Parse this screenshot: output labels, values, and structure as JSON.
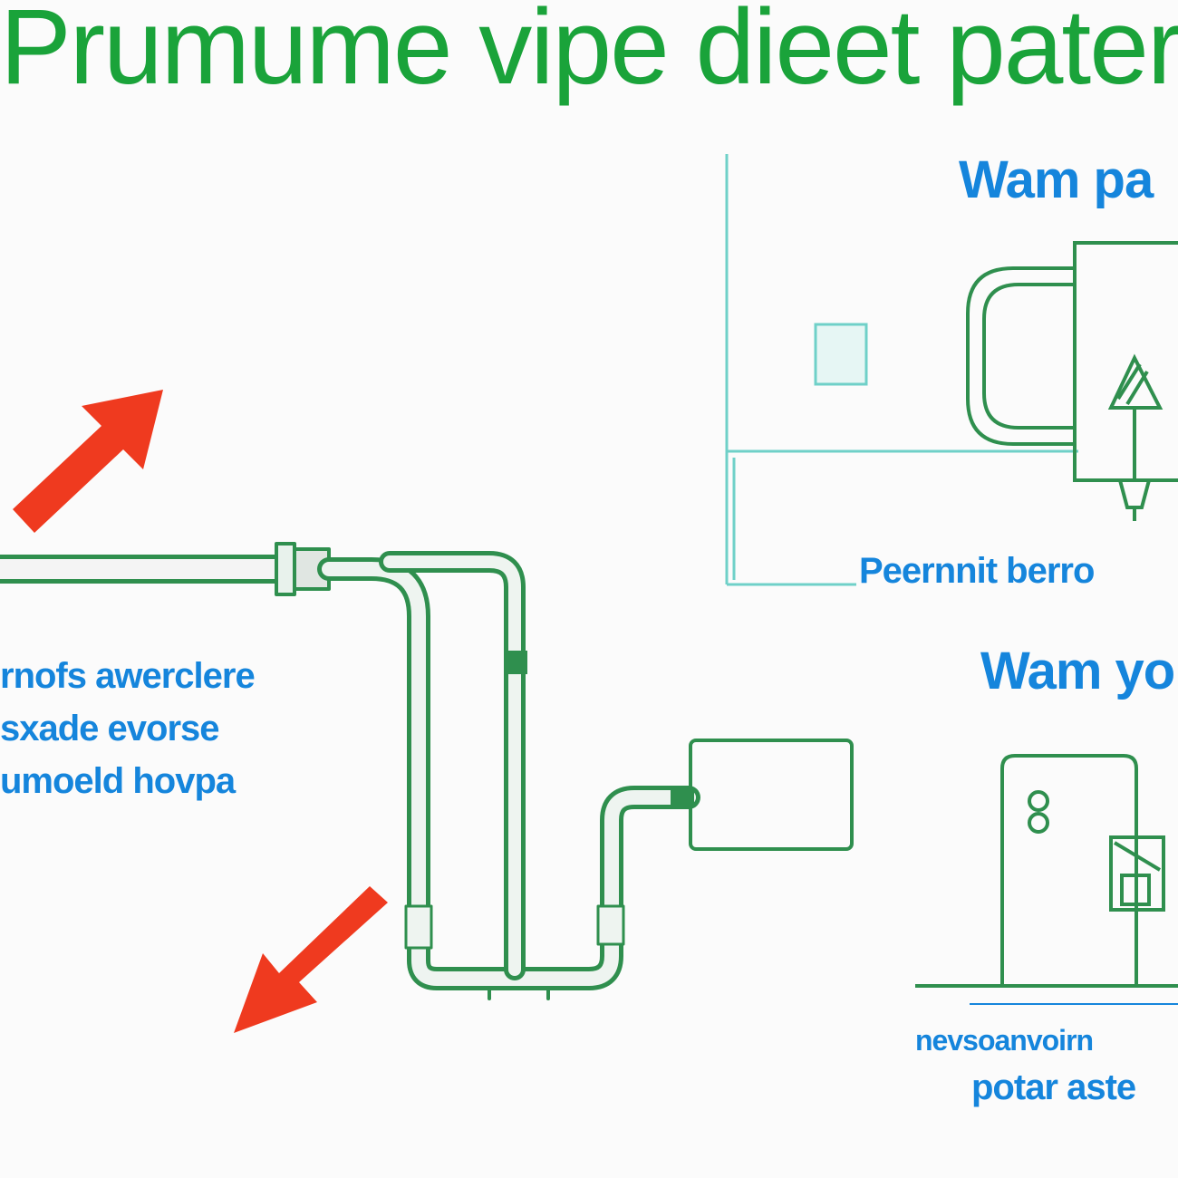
{
  "title": "Prumume vipe dieet pater",
  "labels": {
    "top_right_heading": "Wam pa",
    "panel_caption": "Peernnit berro",
    "mid_right_heading": "Wam yo",
    "left_note": [
      "rnofs awerclere",
      "sxade evorse",
      "umoeld hovpa"
    ],
    "bottom_right_note": [
      "nevsoanvoirn",
      "potar aste"
    ]
  },
  "colors": {
    "title": "#1aa33a",
    "labels": "#1585dc",
    "pipe": "#2f8f4e",
    "panel": "#6fd0c8",
    "arrow": "#ef3a1f"
  },
  "icons": [
    "arrow-up-right-icon",
    "arrow-down-left-icon",
    "water-heater-icon",
    "boiler-cabinet-icon",
    "thermostat-icon"
  ]
}
